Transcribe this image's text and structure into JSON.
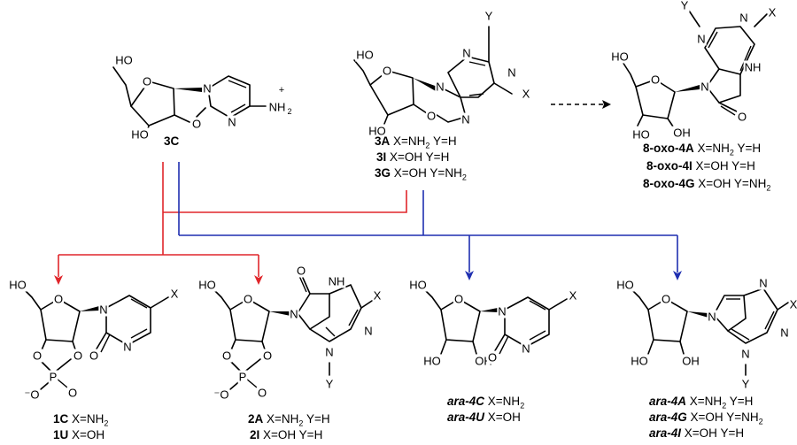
{
  "atoms": {
    "ho": "HO",
    "oh": "OH",
    "o": "O",
    "n": "N",
    "nh": "NH",
    "nh2": "NH",
    "sub2": "2",
    "plus": "+",
    "x": "X",
    "y": "Y",
    "p": "P",
    "ominus": "⁻O"
  },
  "compounds": {
    "c3c": "3C",
    "c3a": {
      "id": "3A",
      "desc": "X=NH",
      "sub": "2",
      "tail": " Y=H"
    },
    "c3i": {
      "id": "3I",
      "desc": "X=OH Y=H"
    },
    "c3g": {
      "id": "3G",
      "desc": "X=OH Y=NH",
      "sub": "2"
    },
    "oxo4a": {
      "id": "8-oxo-4A",
      "desc": "X=NH",
      "sub": "2",
      "tail": " Y=H"
    },
    "oxo4i": {
      "id": "8-oxo-4I",
      "desc": "X=OH Y=H"
    },
    "oxo4g": {
      "id": "8-oxo-4G",
      "desc": "X=OH Y=NH",
      "sub": "2"
    },
    "c1c": {
      "id": "1C",
      "desc": "X=NH",
      "sub": "2"
    },
    "c1u": {
      "id": "1U",
      "desc": "X=OH"
    },
    "c2a": {
      "id": "2A",
      "desc": "X=NH",
      "sub": "2",
      "tail": " Y=H"
    },
    "c2i": {
      "id": "2I",
      "desc": "X=OH  Y=H"
    },
    "ara4c": {
      "id": "ara-4C",
      "desc": "X=NH",
      "sub": "2"
    },
    "ara4u": {
      "id": "ara-4U",
      "desc": "X=OH"
    },
    "ara4a": {
      "id": "ara-4A",
      "desc": "X=NH",
      "sub": "2",
      "tail": "  Y=H"
    },
    "ara4g": {
      "id": "ara-4G",
      "desc": "X=OH    Y=NH",
      "sub": "2"
    },
    "ara4i": {
      "id": "ara-4I",
      "desc": "X=OH    Y=H"
    }
  },
  "colors": {
    "red_pathway": "#e0262b",
    "blue_pathway": "#1f2fb0",
    "ink": "#000000"
  }
}
